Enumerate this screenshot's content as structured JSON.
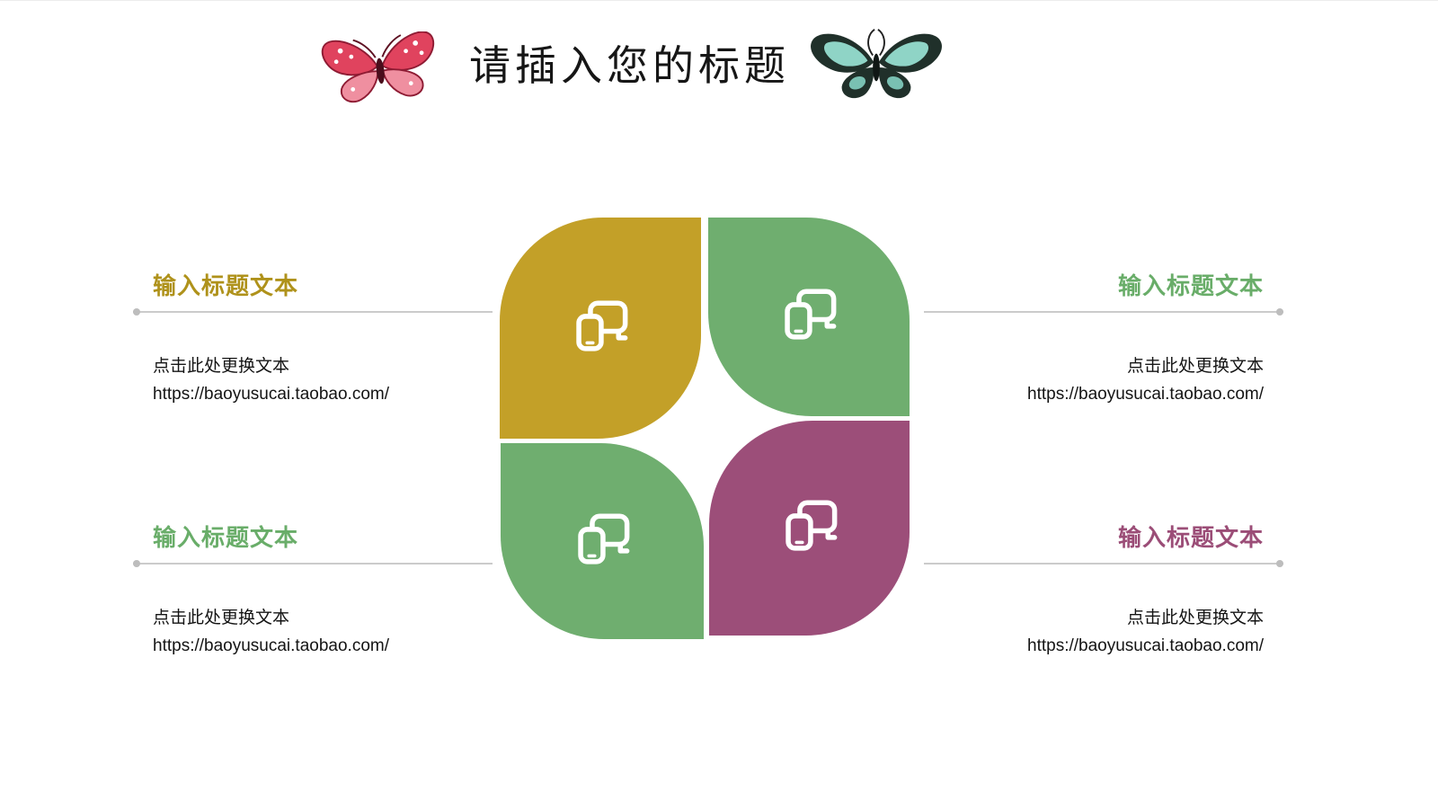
{
  "title": "请插入您的标题",
  "decorations": {
    "left": "pink-butterfly",
    "right": "teal-black-butterfly"
  },
  "petals": [
    {
      "position": "top-left",
      "color": "#C3A028",
      "icon": "devices-icon"
    },
    {
      "position": "top-right",
      "color": "#6FAE6F",
      "icon": "devices-icon"
    },
    {
      "position": "bottom-left",
      "color": "#6FAE6F",
      "icon": "devices-icon"
    },
    {
      "position": "bottom-right",
      "color": "#9C4E79",
      "icon": "devices-icon"
    }
  ],
  "items": [
    {
      "position": "top-left",
      "heading": "输入标题文本",
      "heading_color": "#AF921B",
      "body": "点击此处更换文本",
      "url": "https://baoyusucai.taobao.com/"
    },
    {
      "position": "top-right",
      "heading": "输入标题文本",
      "heading_color": "#69AD69",
      "body": "点击此处更换文本",
      "url": "https://baoyusucai.taobao.com/"
    },
    {
      "position": "bottom-left",
      "heading": "输入标题文本",
      "heading_color": "#69AD69",
      "body": "点击此处更换文本",
      "url": "https://baoyusucai.taobao.com/"
    },
    {
      "position": "bottom-right",
      "heading": "输入标题文本",
      "heading_color": "#9B4D77",
      "body": "点击此处更换文本",
      "url": "https://baoyusucai.taobao.com/"
    }
  ],
  "colors": {
    "line": "#CBCBCB",
    "dot": "#BDBDBD",
    "body_text": "#141414",
    "background": "#FFFFFF"
  }
}
